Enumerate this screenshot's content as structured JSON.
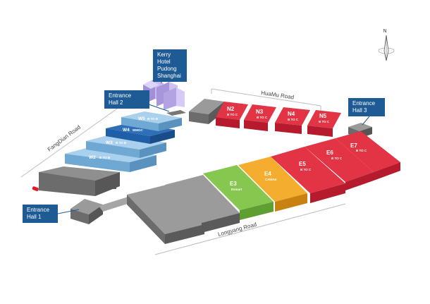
{
  "colors": {
    "red": "#d8283a",
    "green": "#79c043",
    "orange": "#f2a21e",
    "light_blue": "#8fbfe0",
    "dark_blue": "#1f5fa7",
    "gray": "#8a8a8a",
    "hotel": "#b9a6e6",
    "callout": "#1e5b95"
  },
  "compass": {
    "label": "N"
  },
  "callouts": {
    "kerry": [
      "Kerry Hotel",
      "Pudong",
      "Shanghai"
    ],
    "entrance2": [
      "Entrance",
      "Hall 2"
    ],
    "entrance3": [
      "Entrance",
      "Hall 3"
    ],
    "entrance1": [
      "Entrance",
      "Hall 1"
    ]
  },
  "roads": {
    "huamu": "HuaMu Road",
    "fangdian": "FangDian Road",
    "longyang": "Longyang Road"
  },
  "halls": {
    "n2": {
      "name": "N2",
      "sub": "B TO C"
    },
    "n3": {
      "name": "N3",
      "sub": "B TO C"
    },
    "n4": {
      "name": "N4",
      "sub": "B TO C"
    },
    "n5": {
      "name": "N5",
      "sub": "B TO C"
    },
    "w5": {
      "name": "W5",
      "sub": "B TO B"
    },
    "w4": {
      "name": "W4",
      "sub": "WMGC"
    },
    "w3": {
      "name": "W3",
      "sub": "B TO B"
    },
    "w2": {
      "name": "W2",
      "sub": "B TO B"
    },
    "e3": {
      "name": "E3",
      "sub": "Esmart"
    },
    "e4": {
      "name": "E4",
      "sub": "CAWAE"
    },
    "e5": {
      "name": "E5",
      "sub": "B TO C"
    },
    "e6": {
      "name": "E6",
      "sub": "B TO C"
    },
    "e7": {
      "name": "E7",
      "sub": "B TO C"
    }
  }
}
